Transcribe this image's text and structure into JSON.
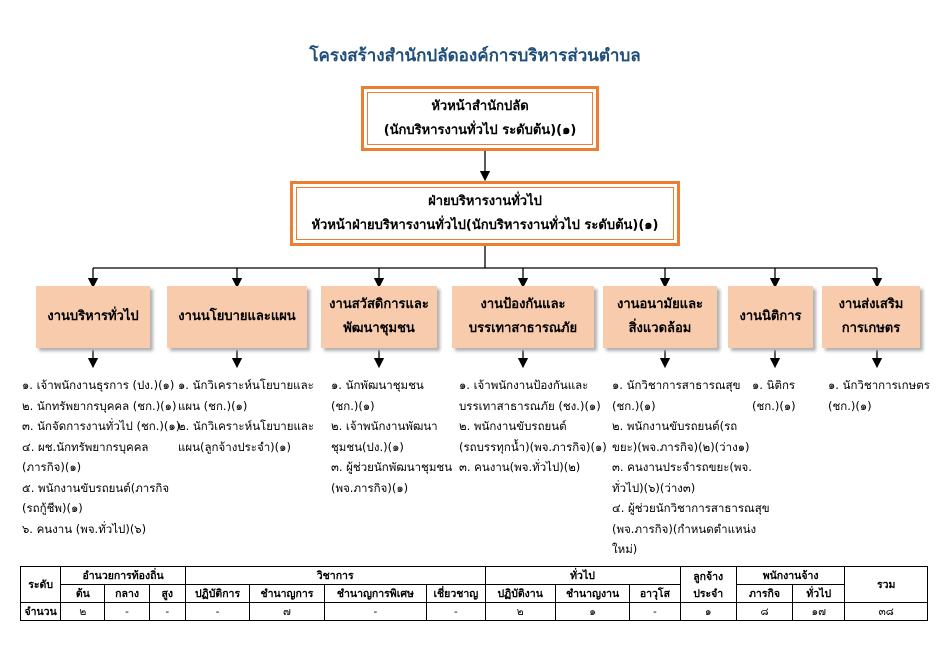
{
  "title": "โครงสร้างสำนักปลัดองค์การบริหารส่วนตำบล",
  "head_office": {
    "line1": "หัวหน้าสำนักปลัด",
    "line2": "(นักบริหารงานทั่วไป ระดับต้น)(๑)"
  },
  "general_admin": {
    "line1": "ฝ่ายบริหารงานทั่วไป",
    "line2": "หัวหน้าฝ่ายบริหารงานทั่วไป(นักบริหารงานทั่วไป ระดับต้น)(๑)"
  },
  "units": [
    {
      "name": [
        "งานบริหารทั่วไป"
      ],
      "staff": [
        "๑. เจ้าพนักงานธุรการ (ปง.)(๑)",
        "๒. นักทรัพยากรบุคคล (ชก.)(๑)",
        "๓. นักจัดการงานทั่วไป (ชก.)(๑)",
        "๔. ผช.นักทรัพยากรบุคคล",
        "(ภารกิจ)(๑)",
        "๕. พนักงานขับรถยนต์(ภารกิจ",
        "(รถกู้ชีพ)(๑)",
        "๖. คนงาน (พจ.ทั่วไป)(๖)"
      ]
    },
    {
      "name": [
        "งานนโยบายและแผน"
      ],
      "staff": [
        "๑. นักวิเคราะห์นโยบายและ",
        "แผน (ชก.)(๑)",
        "๒. นักวิเคราะห์นโยบายและ",
        "แผน(ลูกจ้างประจำ)(๑)"
      ]
    },
    {
      "name": [
        "งานสวัสดิการและ",
        "พัฒนาชุมชน"
      ],
      "staff": [
        "๑. นักพัฒนาชุมชน",
        "(ชก.)(๑)",
        "๒. เจ้าพนักงานพัฒนา",
        "ชุมชน(ปง.)(๑)",
        "๓. ผู้ช่วยนักพัฒนาชุมชน",
        "(พจ.ภารกิจ)(๑)"
      ]
    },
    {
      "name": [
        "งานป้องกันและ",
        "บรรเทาสาธารณภัย"
      ],
      "staff": [
        "๑. เจ้าพนักงานป้องกันและ",
        "บรรเทาสาธารณภัย (ชง.)(๑)",
        "๒. พนักงานขับรถยนต์",
        "(รถบรรทุกน้ำ)(พจ.ภารกิจ)(๑)",
        "๓. คนงาน(พจ.ทั่วไป)(๒)"
      ]
    },
    {
      "name": [
        "งานอนามัยและ",
        "สิ่งแวดล้อม"
      ],
      "staff": [
        "๑. นักวิชาการสาธารณสุข",
        "(ชก.)(๑)",
        "๒. พนักงานขับรถยนต์(รถ",
        "ขยะ)(พจ.ภารกิจ)(๒)(ว่าง๑)",
        "๓. คนงานประจำรถขยะ(พจ.",
        "ทั่วไป)(๖)(ว่าง๓)",
        "๔. ผู้ช่วยนักวิชาการสาธารณสุข",
        "(พจ.ภารกิจ)(กำหนดตำแหน่ง",
        "ใหม่)"
      ]
    },
    {
      "name": [
        "งานนิติการ"
      ],
      "staff": [
        "๑. นิติกร",
        "(ชก.)(๑)"
      ]
    },
    {
      "name": [
        "งานส่งเสริม",
        "การเกษตร"
      ],
      "staff": [
        "๑. นักวิชาการเกษตร",
        "(ชก.)(๑)"
      ]
    }
  ],
  "table": {
    "level": "ระดับ",
    "local_admin": "อำนวยการท้องถิ่น",
    "academic": "วิชาการ",
    "general": "ทั่วไป",
    "permanent": [
      "ลูกจ้าง",
      "ประจำ"
    ],
    "employees": "พนักงานจ้าง",
    "total": "รวม",
    "cols": [
      "ต้น",
      "กลาง",
      "สูง",
      "ปฏิบัติการ",
      "ชำนาญการ",
      "ชำนาญการพิเศษ",
      "เชี่ยวชาญ",
      "ปฏิบัติงาน",
      "ชำนาญงาน",
      "อาวุโส"
    ],
    "emp_cols": [
      "ภารกิจ",
      "ทั่วไป"
    ],
    "row_label": "จำนวน",
    "values": [
      "๒",
      "-",
      "-",
      "-",
      "๗",
      "-",
      "-",
      "๒",
      "๑",
      "-",
      "๑",
      "๘",
      "๑๗",
      "๓๘"
    ]
  }
}
